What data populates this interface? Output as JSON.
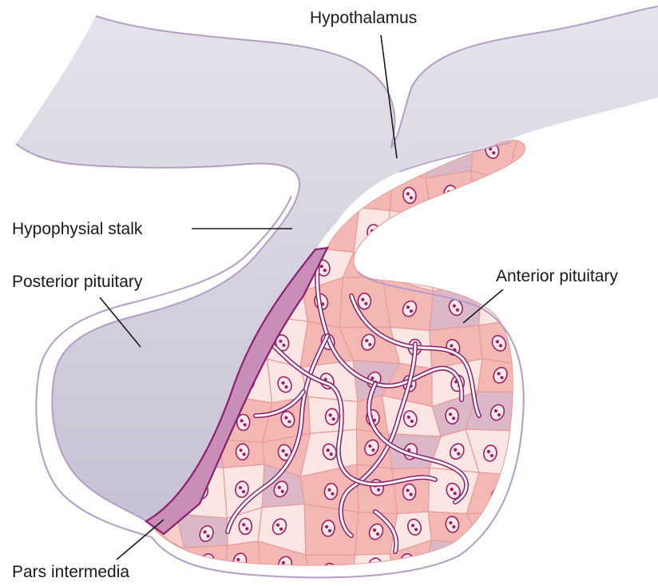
{
  "labels": {
    "hypothalamus": "Hypothalamus",
    "hypophysial_stalk": "Hypophysial stalk",
    "posterior_pituitary": "Posterior pituitary",
    "anterior_pituitary": "Anterior pituitary",
    "pars_intermedia": "Pars intermedia"
  },
  "colors": {
    "neural_tissue": "#d9d5e4",
    "neural_outline": "#b59cc6",
    "anterior_fill": "#f6cfcd",
    "cell_pink": "#f4b8b4",
    "cell_light": "#fbe6e3",
    "cell_mauve": "#dab8c8",
    "cell_border": "#e79a96",
    "pars_intermedia": "#c98eb8",
    "pars_intermedia_outline": "#8a1f72",
    "nucleus": "#a01e62",
    "vessel": "#8a1f72",
    "text": "#1a1a1a"
  }
}
